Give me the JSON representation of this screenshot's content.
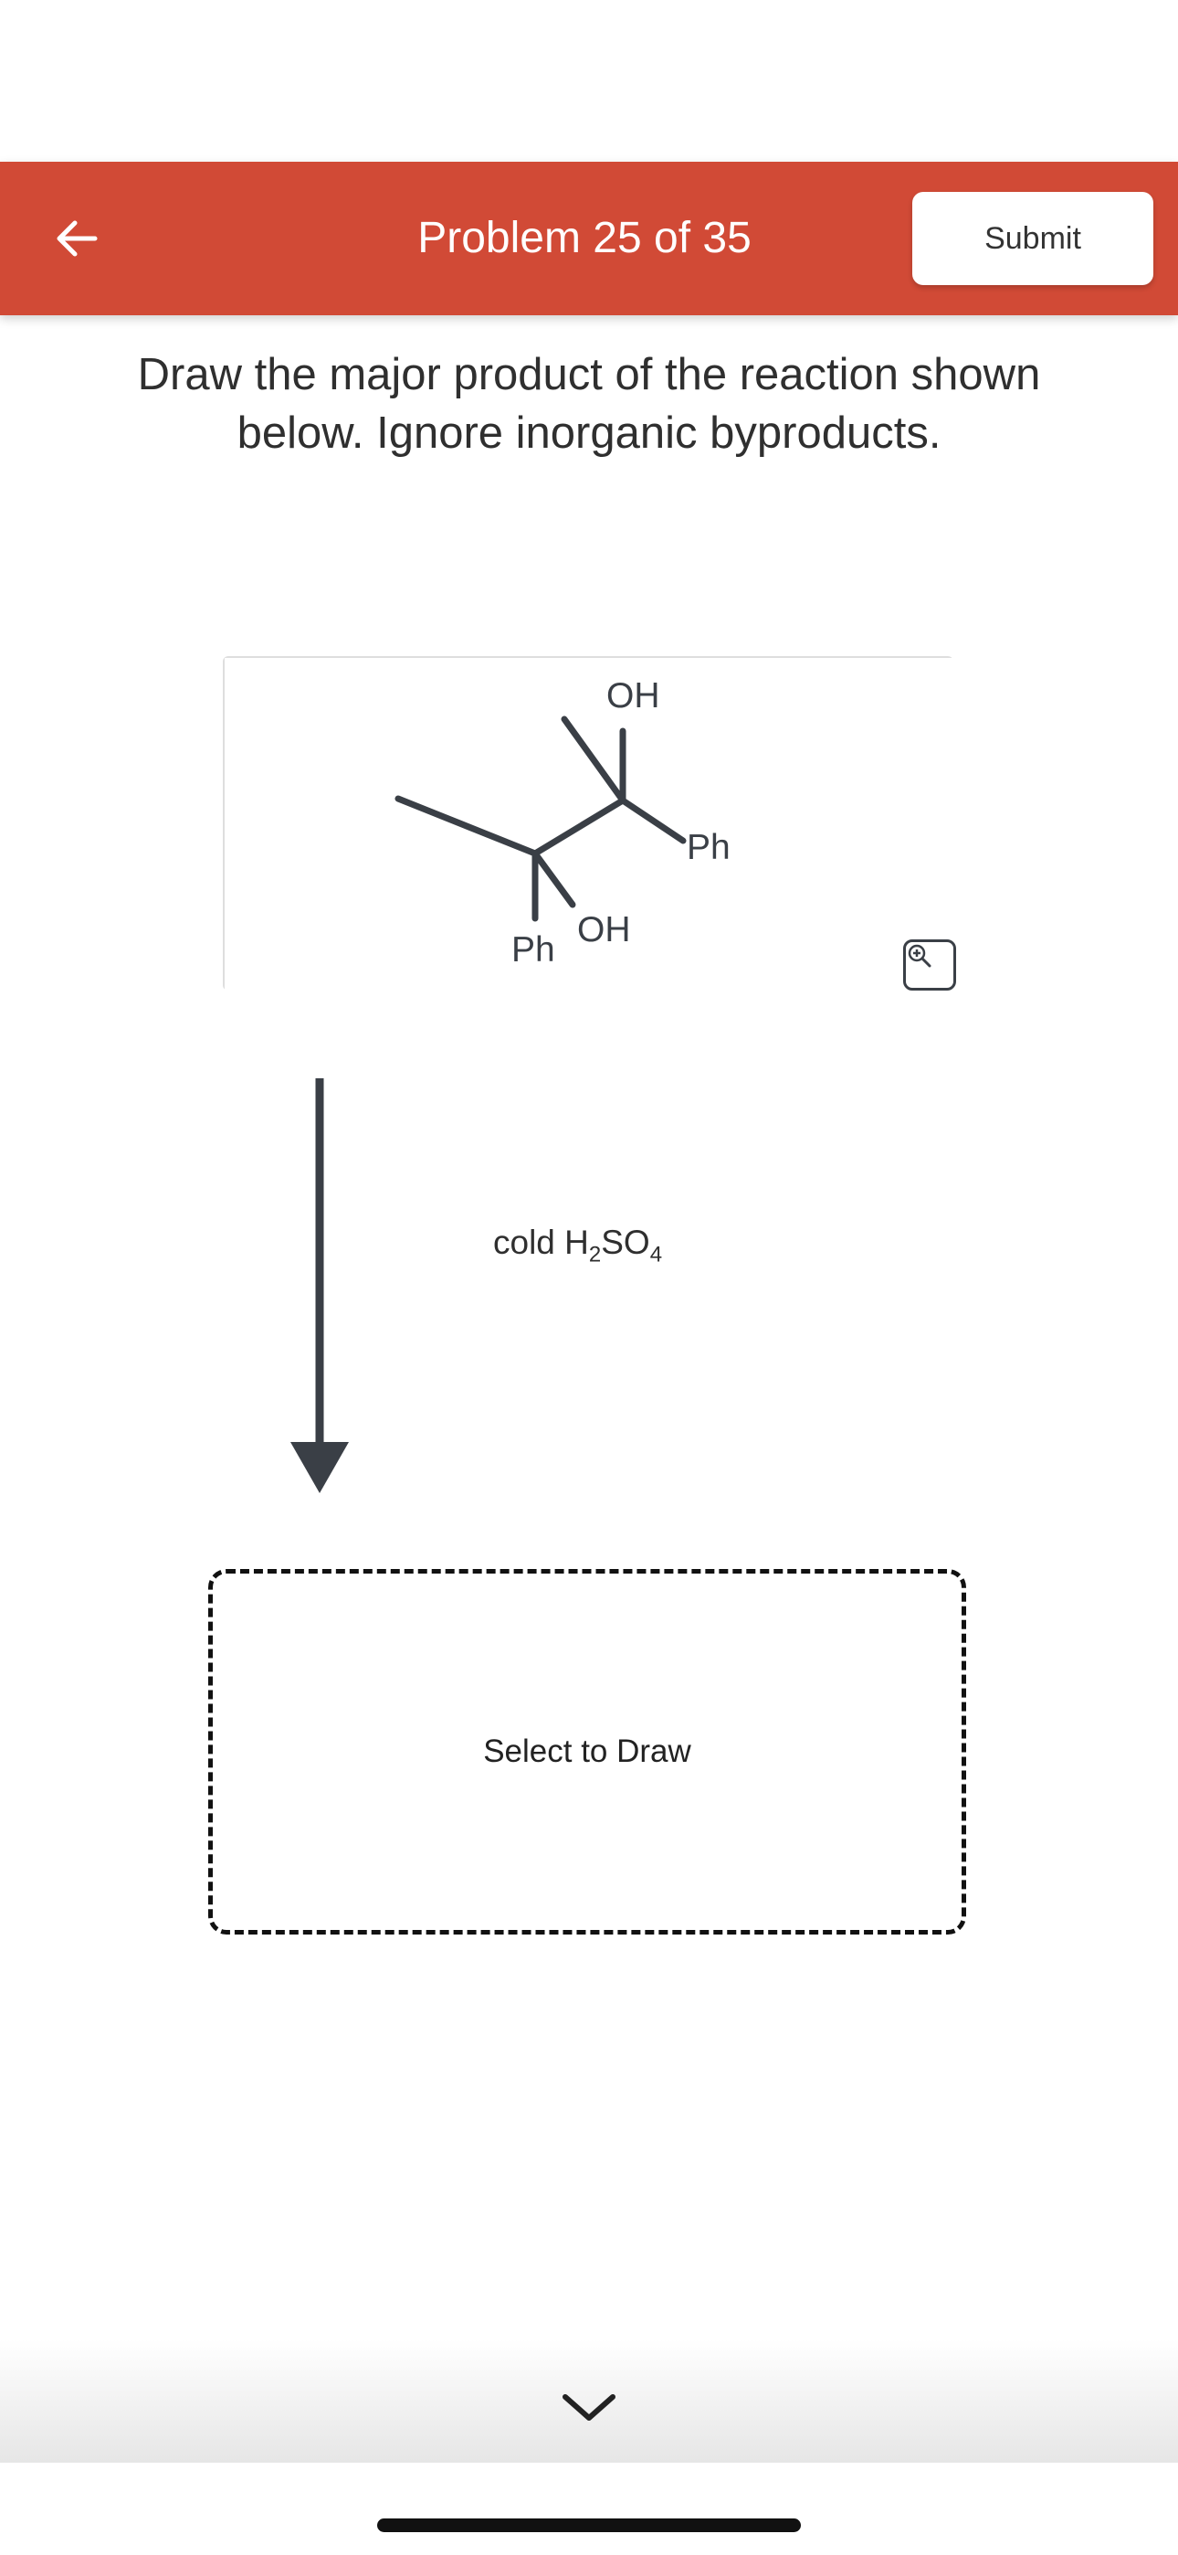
{
  "header": {
    "title": "Problem 25 of 35",
    "submit_label": "Submit",
    "back_icon": "arrow-left-icon",
    "accent_color": "#d14a36"
  },
  "question": {
    "line1": "Draw the major product of the reaction shown",
    "line2": "below. Ignore inorganic byproducts."
  },
  "reactant": {
    "labels": {
      "oh_top": "OH",
      "ph_right": "Ph",
      "oh_bottom": "OH",
      "ph_bottom": "Ph"
    },
    "zoom_icon": "zoom-in-icon"
  },
  "reagent": {
    "prefix": "cold H",
    "sub1": "2",
    "mid": "SO",
    "sub2": "4"
  },
  "answer": {
    "prompt": "Select to Draw"
  },
  "footer": {
    "expand_icon": "chevron-down-icon"
  }
}
